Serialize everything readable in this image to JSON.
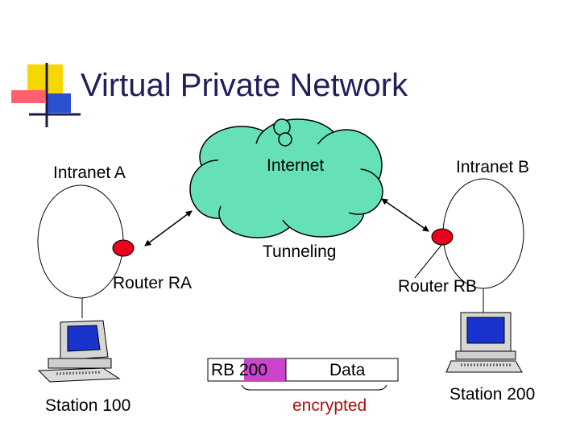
{
  "title": "Virtual Private Network",
  "labels": {
    "intranet_a": "Intranet A",
    "intranet_b": "Intranet B",
    "internet": "Internet",
    "tunneling": "Tunneling",
    "router_ra": "Router RA",
    "router_rb": "Router RB",
    "station_100": "Station 100",
    "station_200": "Station 200"
  },
  "packet": {
    "header": "RB 200",
    "data": "Data",
    "note": "encrypted"
  },
  "colors": {
    "title": "#1f1f5c",
    "cloud": "#66e0b8",
    "router": "#e8001c",
    "packet_header": "#cc44cc",
    "encrypted": "#b01010",
    "screen": "#1a33cc",
    "logo_yellow": "#f5d800",
    "logo_blue": "#2c50d0",
    "logo_red": "#ff6070"
  },
  "icons": [
    "vpn-logo-icon",
    "internet-cloud-icon",
    "router-icon",
    "desktop-computer-icon"
  ]
}
